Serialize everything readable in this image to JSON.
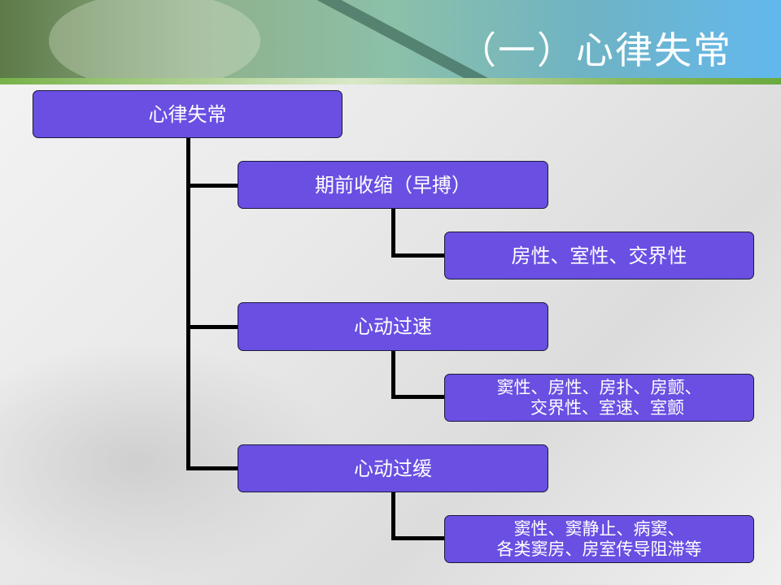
{
  "slide_title": "（一）心律失常",
  "root": "心律失常",
  "branches": [
    {
      "label": "期前收缩（早搏）",
      "detail": "房性、室性、交界性"
    },
    {
      "label": "心动过速",
      "detail_lines": [
        "窦性、房性、房扑、房颤、",
        "交界性、室速、室颤"
      ]
    },
    {
      "label": "心动过缓",
      "detail_lines": [
        "窦性、窦静止、病窦、",
        "各类窦房、房室传导阻滞等"
      ]
    }
  ],
  "colors": {
    "box": "#6a4fe2",
    "connector": "#000000"
  }
}
